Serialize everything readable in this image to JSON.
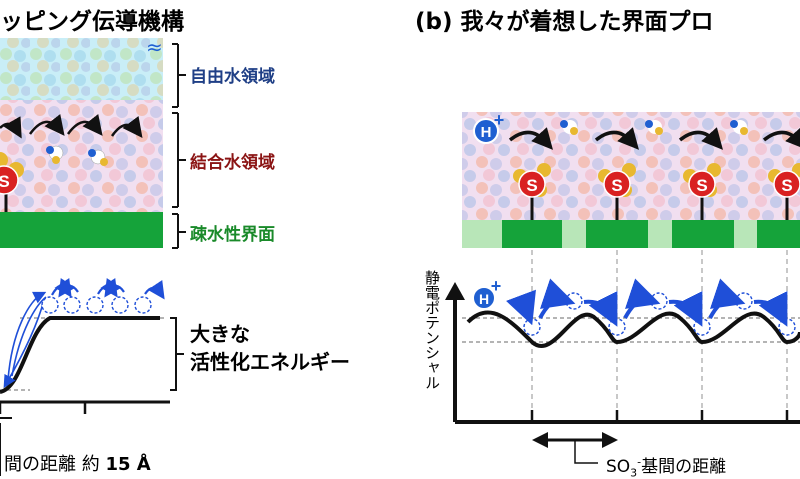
{
  "panel_a": {
    "title": "ッピング伝導機構",
    "region_labels": [
      {
        "text": "自由水領域",
        "color": "#1f3f86"
      },
      {
        "text": "結合水領域",
        "color": "#8b1414"
      },
      {
        "text": "疎水性界面",
        "color": "#1a8a2a"
      }
    ],
    "barrier_label_line1": "大きな",
    "barrier_label_line2": "活性化エネルギー",
    "distance_label_prefix": "間の距離 約 ",
    "distance_label_value": "15 Å",
    "sulfonate_symbol": "S",
    "wave_symbol": "≈"
  },
  "panel_b": {
    "title": "(b) 我々が着想した界面プロ",
    "proton_symbol": "H",
    "proton_charge": "+",
    "sulfonate_symbol": "S",
    "y_axis_label": "静電ポテンシャル",
    "distance_label_prefix": "SO",
    "distance_label_sub": "3",
    "distance_label_sup": "-",
    "distance_label_rest": "基間の距離"
  },
  "colors": {
    "free_water": "#c9eef7",
    "bound_water": "#f1dff0",
    "hydrophobic_interface": "#15a33a",
    "interface_light": "#b8e6b8",
    "sulfonate": "#d92121",
    "oxygen": "#e8b830",
    "proton": "#1f5fd1",
    "arrow_blue": "#1f4fd8"
  }
}
